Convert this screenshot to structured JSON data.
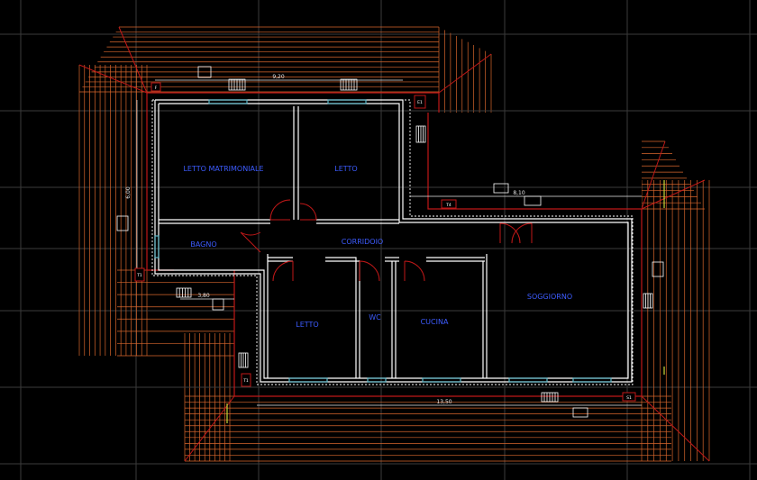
{
  "colors": {
    "background": "#000000",
    "grid": "#3b3b3b",
    "roof_orange": "#d8662c",
    "roof_red": "#c01818",
    "wall": "#ffffff",
    "room_text": "#3d5cff",
    "window": "#5fb8c8",
    "accent_green": "#c8d83a"
  },
  "rooms": {
    "letto_matrimoniale": "LETTO MATRIMONIALE",
    "letto_top": "LETTO",
    "bagno": "BAGNO",
    "corridoio": "CORRIDOIO",
    "letto_bottom": "LETTO",
    "wc": "WC",
    "cucina": "CUCINA",
    "soggiorno": "SOGGIORNO"
  },
  "dimensions": {
    "top_width": "9,20",
    "left_height": "6,00",
    "mid_width": "8,10",
    "bottom_width": "13,50",
    "step_width": "3,80"
  },
  "tags": {
    "f": "F",
    "t1": "T1",
    "t4": "T4",
    "e1": "E1",
    "s1": "S1"
  }
}
